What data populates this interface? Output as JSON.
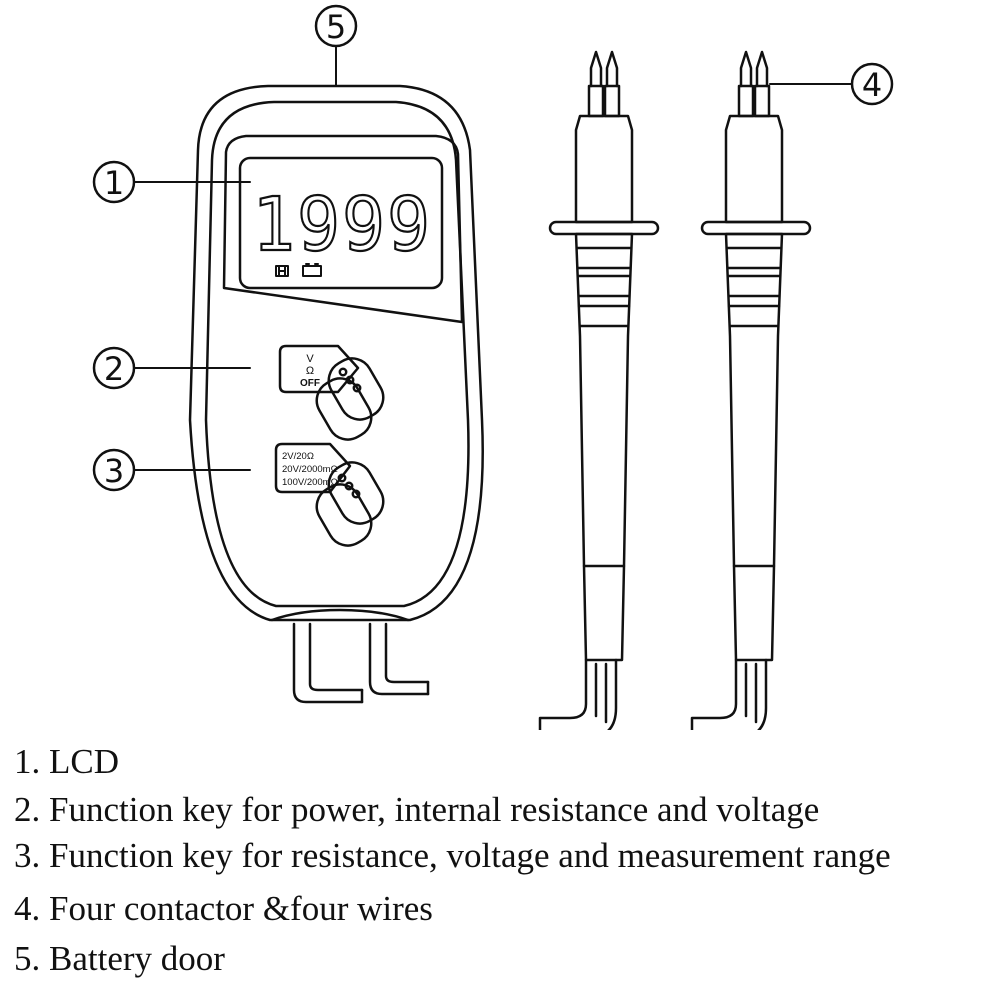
{
  "callouts": {
    "c1": "1",
    "c2": "2",
    "c3": "3",
    "c4": "4",
    "c5": "5"
  },
  "lcd": {
    "reading": "1999",
    "icons": [
      "hold-icon",
      "battery-icon"
    ]
  },
  "key1": {
    "line1": "V",
    "line2": "Ω",
    "line3": "OFF"
  },
  "key2": {
    "line1": "2V/20Ω",
    "line2": "20V/2000mΩ",
    "line3": "100V/200mΩ"
  },
  "legend": [
    {
      "num": "1.",
      "text": "LCD"
    },
    {
      "num": "2.",
      "text": "Function key for power, internal resistance and voltage"
    },
    {
      "num": "3.",
      "text": "Function key for resistance, voltage and measurement range"
    },
    {
      "num": "4.",
      "text": "Four contactor &four wires"
    },
    {
      "num": "5.",
      "text": "Battery door"
    }
  ]
}
